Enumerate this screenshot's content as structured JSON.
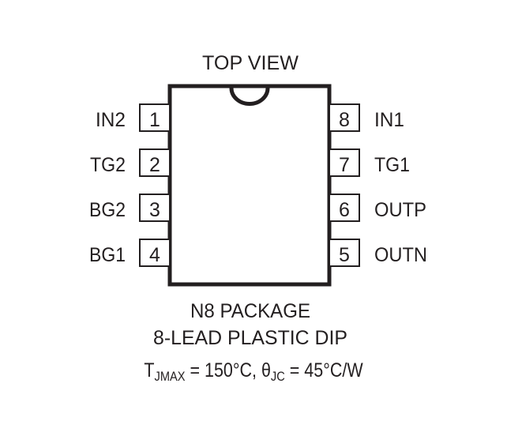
{
  "view_title": "TOP VIEW",
  "left_pins": [
    {
      "number": "1",
      "name": "IN2"
    },
    {
      "number": "2",
      "name": "TG2"
    },
    {
      "number": "3",
      "name": "BG2"
    },
    {
      "number": "4",
      "name": "BG1"
    }
  ],
  "right_pins": [
    {
      "number": "8",
      "name": "IN1"
    },
    {
      "number": "7",
      "name": "TG1"
    },
    {
      "number": "6",
      "name": "OUTP"
    },
    {
      "number": "5",
      "name": "OUTN"
    }
  ],
  "package": {
    "line1": "N8 PACKAGE",
    "line2": "8-LEAD PLASTIC DIP"
  },
  "thermal": {
    "tj_symbol": "T",
    "tj_subscript": "JMAX",
    "tj_value": " = 150°C, ",
    "theta_symbol": "θ",
    "theta_subscript": "JC",
    "theta_value": " = 45°C/W"
  },
  "colors": {
    "ink": "#231f20",
    "background": "#ffffff"
  }
}
